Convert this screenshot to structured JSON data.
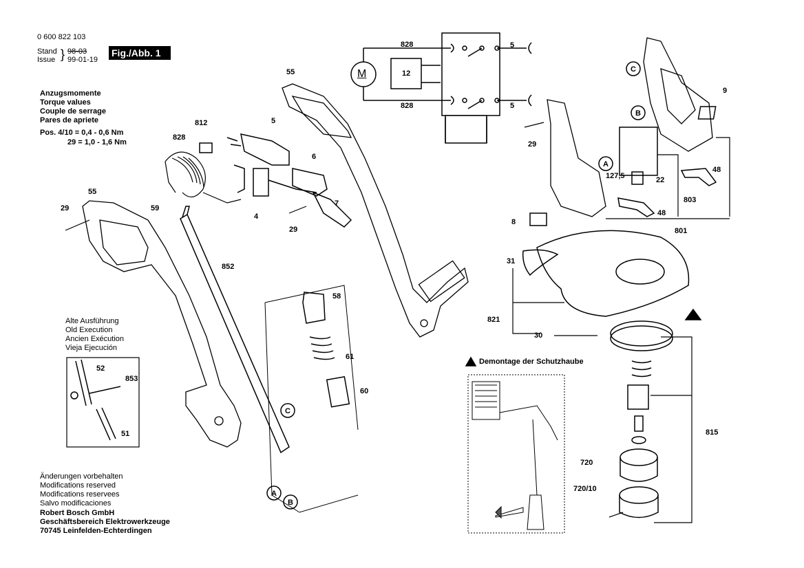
{
  "header": {
    "doc_number": "0 600 822 103",
    "stand_label": "Stand",
    "issue_label": "Issue",
    "old_date": "98-03",
    "date": "99-01-19",
    "fig_label": "Fig./Abb. 1"
  },
  "torque": {
    "lines": [
      "Anzugsmomente",
      "Torque values",
      "Couple de serrage",
      "Pares de apriete"
    ],
    "pos_line1": "Pos. 4/10 = 0,4 - 0,6 Nm",
    "pos_line2": "29 = 1,0 - 1,6 Nm"
  },
  "old_execution": {
    "lines": [
      "Alte Ausführung",
      "Old Execution",
      "Ancien Exécution",
      "Vieja Ejecución"
    ],
    "parts": [
      "52",
      "853",
      "51"
    ]
  },
  "footer": {
    "lines": [
      "Änderungen vorbehalten",
      "Modifications reserved",
      "Modifications reservees",
      "Salvo modificaciones"
    ],
    "company_lines": [
      "Robert Bosch GmbH",
      "Geschäftsbereich Elektrowerkzeuge",
      "70745 Leinfelden-Echterdingen"
    ]
  },
  "wiring": {
    "motor_symbol": "M",
    "box_label": "12",
    "top_wire": "828",
    "bottom_wire": "828",
    "right_top": "5",
    "right_bottom": "5"
  },
  "removal_note": "Demontage der Schutzhaube",
  "part_labels": {
    "p55a": "55",
    "p55b": "55",
    "p29a": "29",
    "p29b": "29",
    "p29c": "29",
    "p828": "828",
    "p812": "812",
    "p5": "5",
    "p6": "6",
    "p7": "7",
    "p4": "4",
    "p59": "59",
    "p852": "852",
    "p58": "58",
    "p61": "61",
    "p60": "60",
    "p9": "9",
    "p48a": "48",
    "p48b": "48",
    "p22": "22",
    "p127": "127,5",
    "p803": "803",
    "p801": "801",
    "p8": "8",
    "p31": "31",
    "p821": "821",
    "p30": "30",
    "p815": "815",
    "p720": "720",
    "p720_10": "720/10"
  },
  "callouts": {
    "c1": "C",
    "c2": "C",
    "a1": "A",
    "a2": "A",
    "b1": "B",
    "b2": "B"
  }
}
